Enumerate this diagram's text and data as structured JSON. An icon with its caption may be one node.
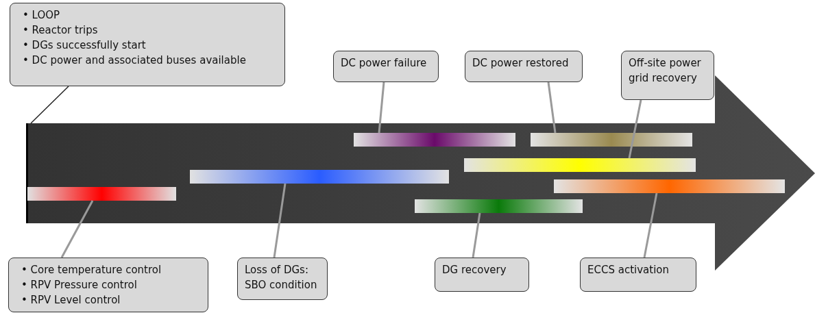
{
  "diagram": {
    "nodes": [
      {
        "text": [
          "• LOOP",
          "• Reactor trips",
          "• DGs successfully start",
          "• DC power and associated buses available"
        ]
      },
      {
        "text": [
          "DC power failure"
        ]
      },
      {
        "text": [
          "DC power restored"
        ]
      },
      {
        "text": [
          "Off-site power grid recovery"
        ]
      },
      {
        "text": [],
        "shape": "arrow"
      },
      {
        "text": [],
        "shape": "bar",
        "in": 4
      },
      {
        "text": [],
        "shape": "bar",
        "in": 4
      },
      {
        "text": [],
        "shape": "bar",
        "in": 4
      },
      {
        "text": [],
        "shape": "bar",
        "in": 4
      },
      {
        "text": [],
        "shape": "bar",
        "in": 4
      },
      {
        "text": [],
        "shape": "bar",
        "in": 4
      },
      {
        "text": [],
        "shape": "bar",
        "in": 4
      },
      {
        "text": [
          "• Core temperature control",
          "• RPV Pressure control",
          "• RPV Level control"
        ]
      },
      {
        "text": [
          "Loss of DGs: SBO condition"
        ]
      },
      {
        "text": [
          "DG recovery"
        ]
      },
      {
        "text": [
          "ECCS activation"
        ]
      }
    ],
    "edges": [
      {
        "from": 0,
        "to": 4,
        "arrow": "none",
        "color": "#222222"
      },
      {
        "from": 1,
        "to": 5,
        "arrow": "none"
      },
      {
        "from": 2,
        "to": 6,
        "arrow": "none"
      },
      {
        "from": 3,
        "to": 7,
        "arrow": "none"
      },
      {
        "from": 12,
        "to": 10,
        "arrow": "none"
      },
      {
        "from": 13,
        "to": 8,
        "arrow": "none"
      },
      {
        "from": 14,
        "to": 11,
        "arrow": "none"
      },
      {
        "from": 15,
        "to": 9,
        "arrow": "none"
      }
    ]
  }
}
